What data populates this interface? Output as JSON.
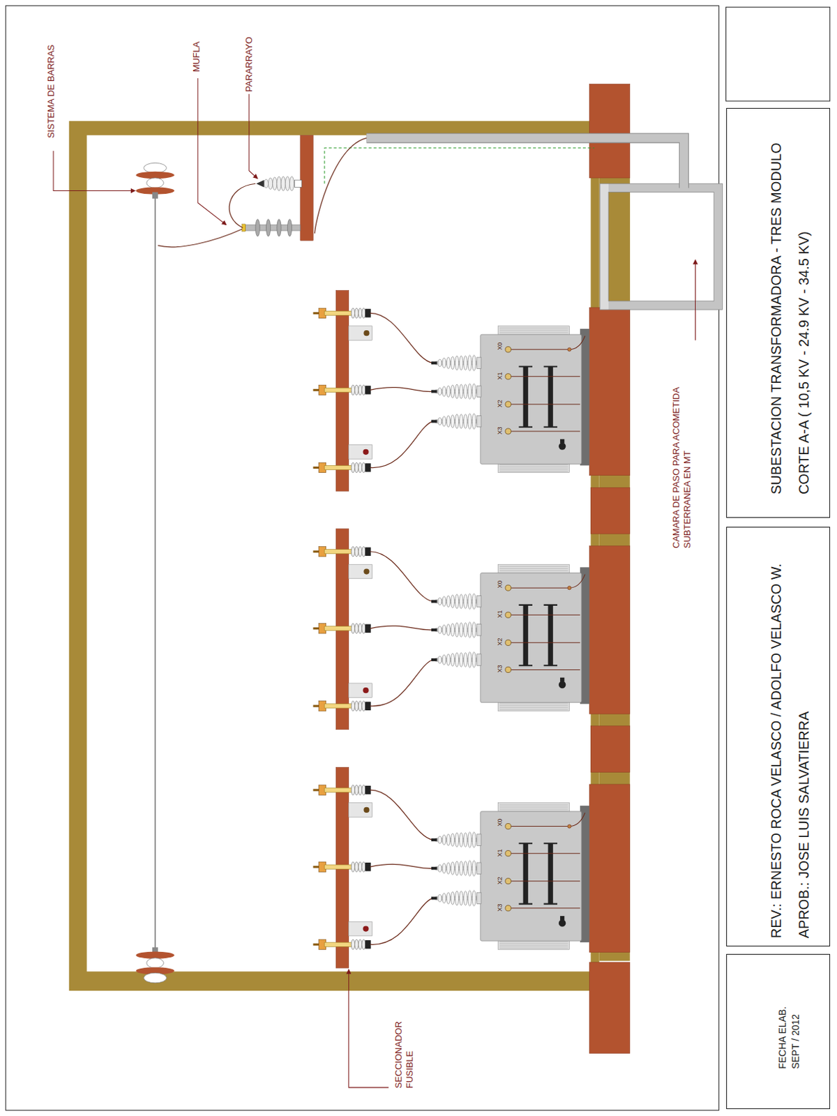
{
  "diagram": {
    "nodes": [
      {
        "text": [
          "FECHA ELAB.",
          "SEPT / 2012"
        ]
      },
      {
        "text": [
          "REV.: ERNESTO ROCA VELASCO / ADOLFO VELASCO W.",
          "APROB.: JOSE LUIS SALVATIERRA"
        ]
      },
      {
        "text": [
          "SUBESTACION TRANSFORMADORA - TRES MODULO",
          "CORTE A-A ( 10,5 KV - 24.9 KV - 34.5 KV)"
        ]
      }
    ],
    "labels": [
      "SISTEMA DE BARRAS",
      "MUFLA",
      "PARARRAYO",
      "CAMARA DE PASO PARA ACOMETIDA SUBTERRANEA EN MT",
      "SECCIONADOR FUSIBLE",
      "X0",
      "X1",
      "X2",
      "X3",
      "X0",
      "X1",
      "X2",
      "X3",
      "X0",
      "X1",
      "X2",
      "X3"
    ]
  }
}
